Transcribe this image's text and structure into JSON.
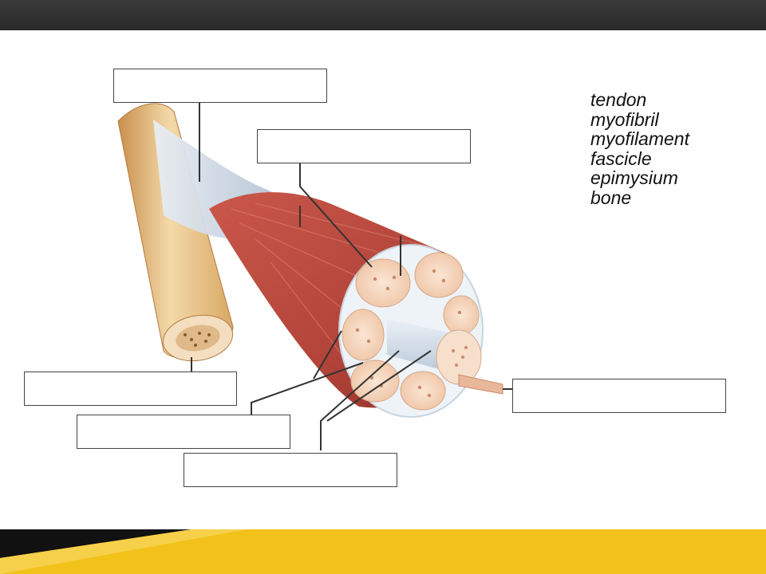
{
  "word_bank": [
    "tendon",
    "myofibril",
    "myofilament",
    "fascicle",
    "epimysium",
    "bone"
  ],
  "colors": {
    "top_bar": "#2e2e2e",
    "accent_yellow": "#f2c21a",
    "accent_black": "#111111",
    "bone": "#e8c38e",
    "muscle": "#b8483c",
    "fascicle": "#f2d4bc"
  }
}
